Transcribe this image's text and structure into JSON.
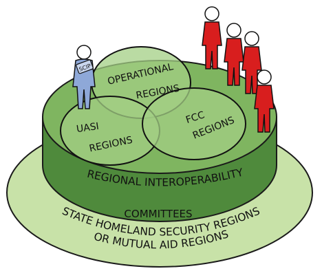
{
  "diagram": {
    "outer_ring": {
      "line1": "STATE HOMELAND SECURITY REGIONS",
      "line2": "OR MUTUAL AID REGIONS"
    },
    "drum_band": {
      "line1": "REGIONAL INTEROPERABILITY",
      "line2": "COMMITTEES"
    },
    "circles": [
      {
        "line1": "OPERATIONAL",
        "line2": "REGIONS"
      },
      {
        "line1": "UASI",
        "line2": "REGIONS"
      },
      {
        "line1": "FCC",
        "line2": "REGIONS"
      }
    ],
    "figures": {
      "left_figure_badge": "SCIP",
      "red_figure_count": 4
    },
    "colors": {
      "outer_ring": "#c8e2a8",
      "drum_top": "#7fb560",
      "drum_side": "#4f8a3c",
      "circle_fill": "#a3cf84",
      "red_figures": "#d81e1e",
      "left_figure": "#8ea8d8"
    }
  }
}
